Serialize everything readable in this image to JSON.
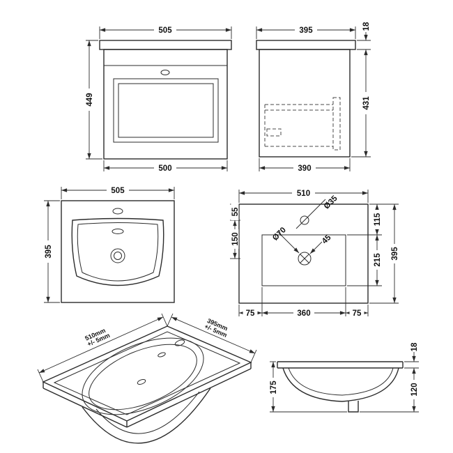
{
  "page": {
    "background": "#ffffff",
    "line_color": "#2b2b2b"
  },
  "views": {
    "front": {
      "width_top": "505",
      "height": "449",
      "width_bottom": "500"
    },
    "side": {
      "depth_top": "395",
      "top_thickness": "18",
      "height": "431",
      "depth_bottom": "390"
    },
    "basin_plan": {
      "width_top": "505",
      "depth": "395"
    },
    "cutout": {
      "width_top": "510",
      "tap_offset": "55",
      "tap_to_waste": "150",
      "recess_offset": "115",
      "recess_depth": "215",
      "depth_total": "395",
      "margin_left": "75",
      "recess_width": "360",
      "margin_right": "75",
      "tap_hole_dia": "Ø35",
      "waste_hole_dia": "Ø70",
      "waste_dim": "45"
    },
    "perspective": {
      "width": "510mm",
      "width_tol": "+/- 5mm",
      "depth": "395mm",
      "depth_tol": "+/- 5mm"
    },
    "section": {
      "rim_thickness": "18",
      "height_total": "175",
      "bowl_height": "120"
    }
  }
}
